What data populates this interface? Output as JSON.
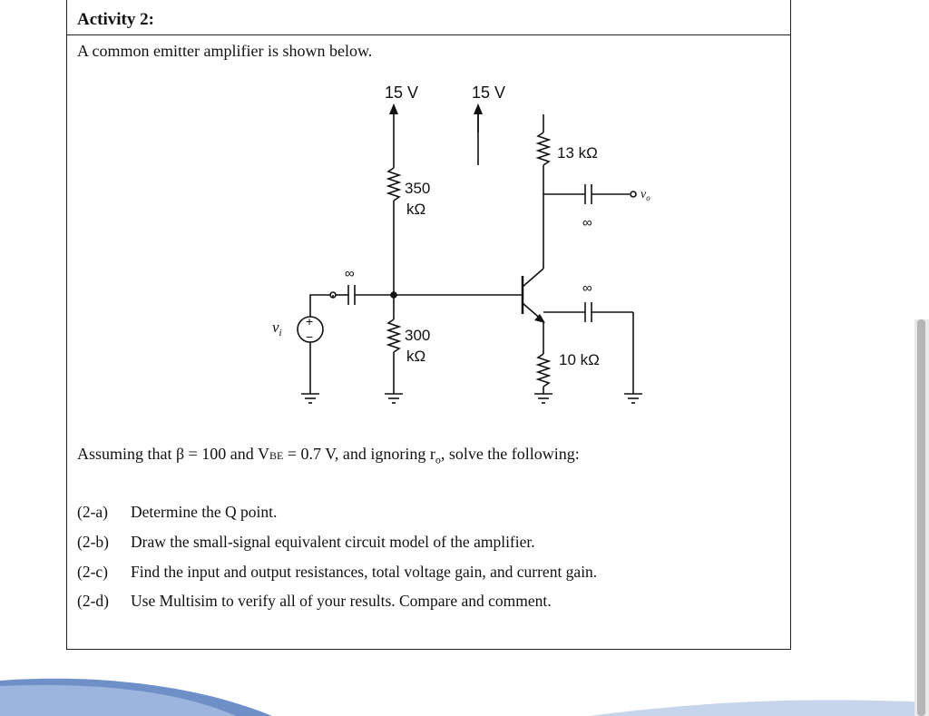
{
  "title": "Activity 2:",
  "intro": "A common emitter amplifier is shown below.",
  "circuit": {
    "vcc_left": "15 V",
    "vcc_right": "15 V",
    "rc_label": "13 kΩ",
    "r1_value": "350",
    "r1_unit": "kΩ",
    "r2_value": "300",
    "r2_unit": "kΩ",
    "re_label": "10 kΩ",
    "cap_in": "∞",
    "cap_out": "∞",
    "cap_bypass": "∞",
    "vi_label": "v",
    "vi_sub": "i",
    "vo_label": "v",
    "vo_sub": "o",
    "source_plus": "+",
    "source_minus": "−"
  },
  "assumption": {
    "part1": "Assuming that β = 100 and V",
    "sub": "BE",
    "part2": " = 0.7 V, and ignoring r",
    "sub2": "o",
    "part3": ", solve the following:"
  },
  "questions": [
    {
      "num": "(2-a)",
      "text": "Determine the Q point."
    },
    {
      "num": "(2-b)",
      "text": "Draw the small-signal equivalent circuit model of the amplifier."
    },
    {
      "num": "(2-c)",
      "text": "Find the input and output resistances, total voltage gain, and current gain."
    },
    {
      "num": "(2-d)",
      "text": "Use Multisim to verify all of your results.  Compare and comment."
    }
  ]
}
